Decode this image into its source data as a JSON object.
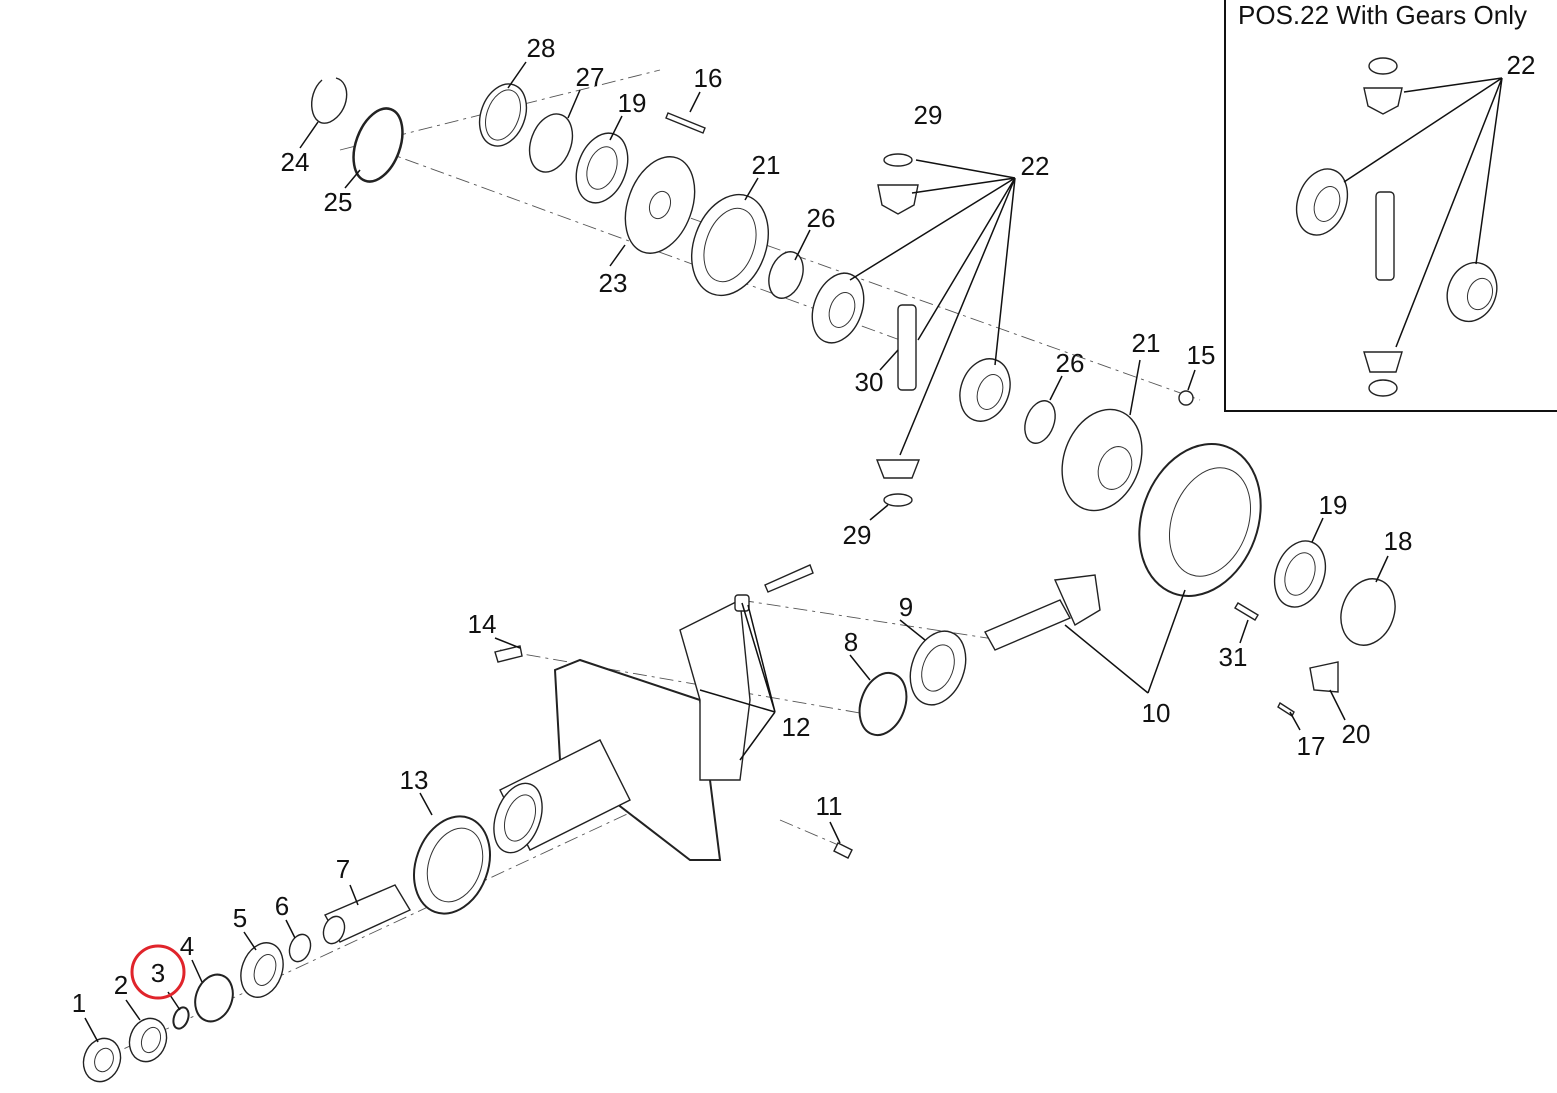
{
  "diagram": {
    "inset_title": "POS.22 With Gears Only",
    "inset_callout": "22",
    "highlight_color": "#e0242b",
    "highlighted_part": "3",
    "callouts": [
      "28",
      "27",
      "16",
      "19",
      "24",
      "25",
      "21",
      "29",
      "22",
      "26",
      "23",
      "30",
      "21",
      "15",
      "26",
      "29",
      "19",
      "18",
      "14",
      "9",
      "8",
      "31",
      "12",
      "10",
      "20",
      "17",
      "13",
      "11",
      "7",
      "6",
      "5",
      "4",
      "3",
      "2",
      "1"
    ]
  }
}
